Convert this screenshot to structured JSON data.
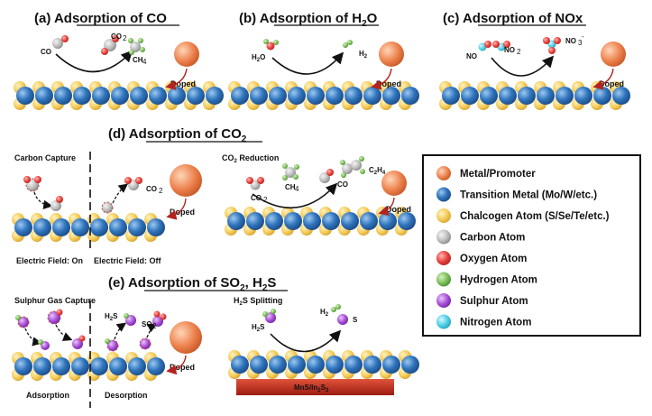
{
  "panels": {
    "a": {
      "title": "(a) Adsorption of CO",
      "label_co": "CO",
      "label_co2": "CO",
      "label_ch4": "CH",
      "doped": "Doped"
    },
    "b": {
      "title": "(b) Adsorption of H",
      "title_sub": "2",
      "title_end": "O",
      "label_h2o": "H",
      "label_h2o_end": "O",
      "label_h2": "H",
      "doped": "Doped"
    },
    "c": {
      "title": "(c) Adsorption of NOx",
      "label_no": "NO",
      "label_no2": "NO",
      "label_no3": "NO",
      "doped": "Doped"
    },
    "d": {
      "title": "(d) Adsorption of CO",
      "title_sub": "2",
      "carbon_capture": "Carbon Capture",
      "co2_reduction": "CO",
      "co2_reduction_end": " Reduction",
      "label_co2": "CO",
      "label_co2_right": "CO",
      "label_ch4": "CH",
      "label_co": "CO",
      "label_c2h4": "C",
      "label_c2h4_mid": "H",
      "field_on": "Electric Field: On",
      "field_off": "Electric Field: Off",
      "doped": "Doped",
      "doped_right": "Doped"
    },
    "e": {
      "title": "(e) Adsorption of SO",
      "title_sub": "2",
      "title_end": ", H",
      "title_sub2": "2",
      "title_end2": "S",
      "sulphur_capture": "Sulphur Gas Capture",
      "h2s_splitting": "H",
      "h2s_splitting_end": "S Splitting",
      "label_h2s": "H",
      "label_h2s_end": "S",
      "label_so2": "SO",
      "label_h2s_r": "H",
      "label_h2s_r_end": "S",
      "label_h2_r": "H",
      "label_s_r": "S",
      "adsorption": "Adsorption",
      "desorption": "Desorption",
      "substrate": "MnS/In",
      "substrate_mid": "S",
      "doped": "Doped"
    }
  },
  "subscripts": {
    "two": "2",
    "three": "3",
    "four": "4",
    "minus": "-"
  },
  "legend": [
    {
      "label": "Metal/Promoter",
      "color": "#e8804c"
    },
    {
      "label": "Transition Metal (Mo/W/etc.)",
      "color": "#2f6fb5"
    },
    {
      "label": "Chalcogen Atom (S/Se/Te/etc.)",
      "color": "#f4cc5a"
    },
    {
      "label": "Carbon Atom",
      "color": "#bdbdbd"
    },
    {
      "label": "Oxygen Atom",
      "color": "#e8413c"
    },
    {
      "label": "Hydrogen Atom",
      "color": "#7cbf5a"
    },
    {
      "label": "Sulphur Atom",
      "color": "#a84fd6"
    },
    {
      "label": "Nitrogen Atom",
      "color": "#4fd0e6"
    }
  ]
}
